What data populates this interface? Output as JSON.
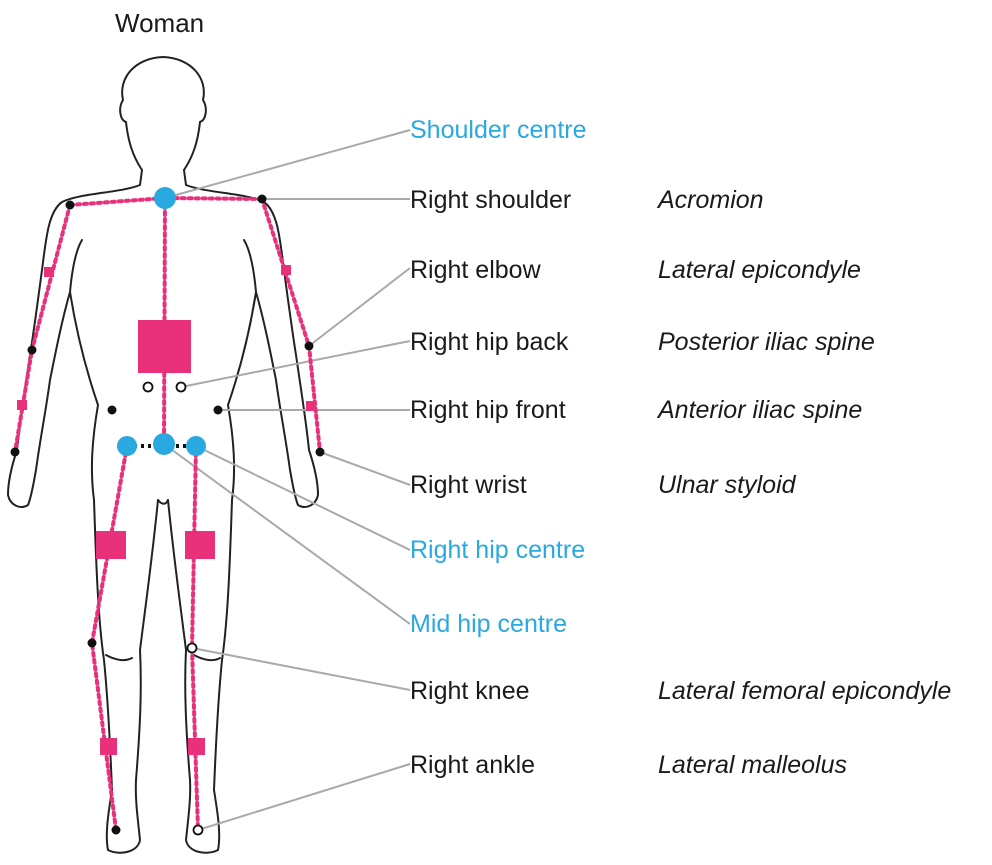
{
  "title": "Woman",
  "colors": {
    "accent_blue": "#2aa8e0",
    "marker_pink": "#e8317a",
    "leader_gray": "#a9a9a9",
    "outline": "#222222"
  },
  "labels": [
    {
      "text": "Shoulder centre",
      "landmark": "",
      "color": "blue"
    },
    {
      "text": "Right shoulder",
      "landmark": "Acromion",
      "color": "black"
    },
    {
      "text": "Right elbow",
      "landmark": "Lateral epicondyle",
      "color": "black"
    },
    {
      "text": "Right hip back",
      "landmark": "Posterior iliac spine",
      "color": "black"
    },
    {
      "text": "Right hip front",
      "landmark": "Anterior iliac spine",
      "color": "black"
    },
    {
      "text": "Right wrist",
      "landmark": "Ulnar styloid",
      "color": "black"
    },
    {
      "text": "Right hip centre",
      "landmark": "",
      "color": "blue"
    },
    {
      "text": "Mid hip centre",
      "landmark": "",
      "color": "blue"
    },
    {
      "text": "Right knee",
      "landmark": "Lateral femoral epicondyle",
      "color": "black"
    },
    {
      "text": "Right ankle",
      "landmark": "Lateral malleolus",
      "color": "black"
    }
  ]
}
